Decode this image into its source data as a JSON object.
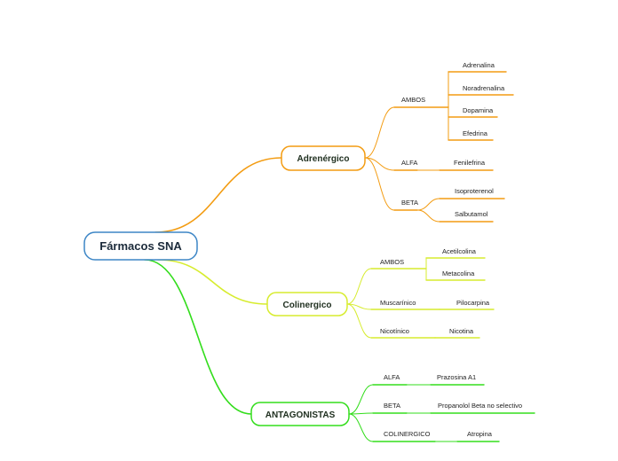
{
  "root": {
    "label": "Fármacos SNA",
    "border_color": "#3d86c6"
  },
  "branches": [
    {
      "label": "Adrenérgico",
      "color": "#f39c12",
      "groups": [
        {
          "label": "AMBOS",
          "items": [
            "Adrenalina",
            "Noradrenalina",
            "Dopamina",
            "Efedrina"
          ]
        },
        {
          "label": "ALFA",
          "items": [
            "Fenilefrina"
          ]
        },
        {
          "label": "BETA",
          "items": [
            "Isoproterenol",
            "Salbutamol"
          ]
        }
      ]
    },
    {
      "label": "Colinergico",
      "color": "#d7ec2e",
      "groups": [
        {
          "label": "AMBOS",
          "items": [
            "Acetilcolina",
            "Metacolina"
          ]
        },
        {
          "label": "Muscarínico",
          "items": [
            "Pilocarpina"
          ]
        },
        {
          "label": "Nicotínico",
          "items": [
            "Nicotina"
          ]
        }
      ]
    },
    {
      "label": "ANTAGONISTAS",
      "color": "#33dd1c",
      "groups": [
        {
          "label": "ALFA",
          "items": [
            "Prazosina A1"
          ]
        },
        {
          "label": "BETA",
          "items": [
            "Propanolol Beta no selectivo"
          ]
        },
        {
          "label": "COLINERGICO",
          "items": [
            "Atropina"
          ]
        }
      ]
    }
  ]
}
